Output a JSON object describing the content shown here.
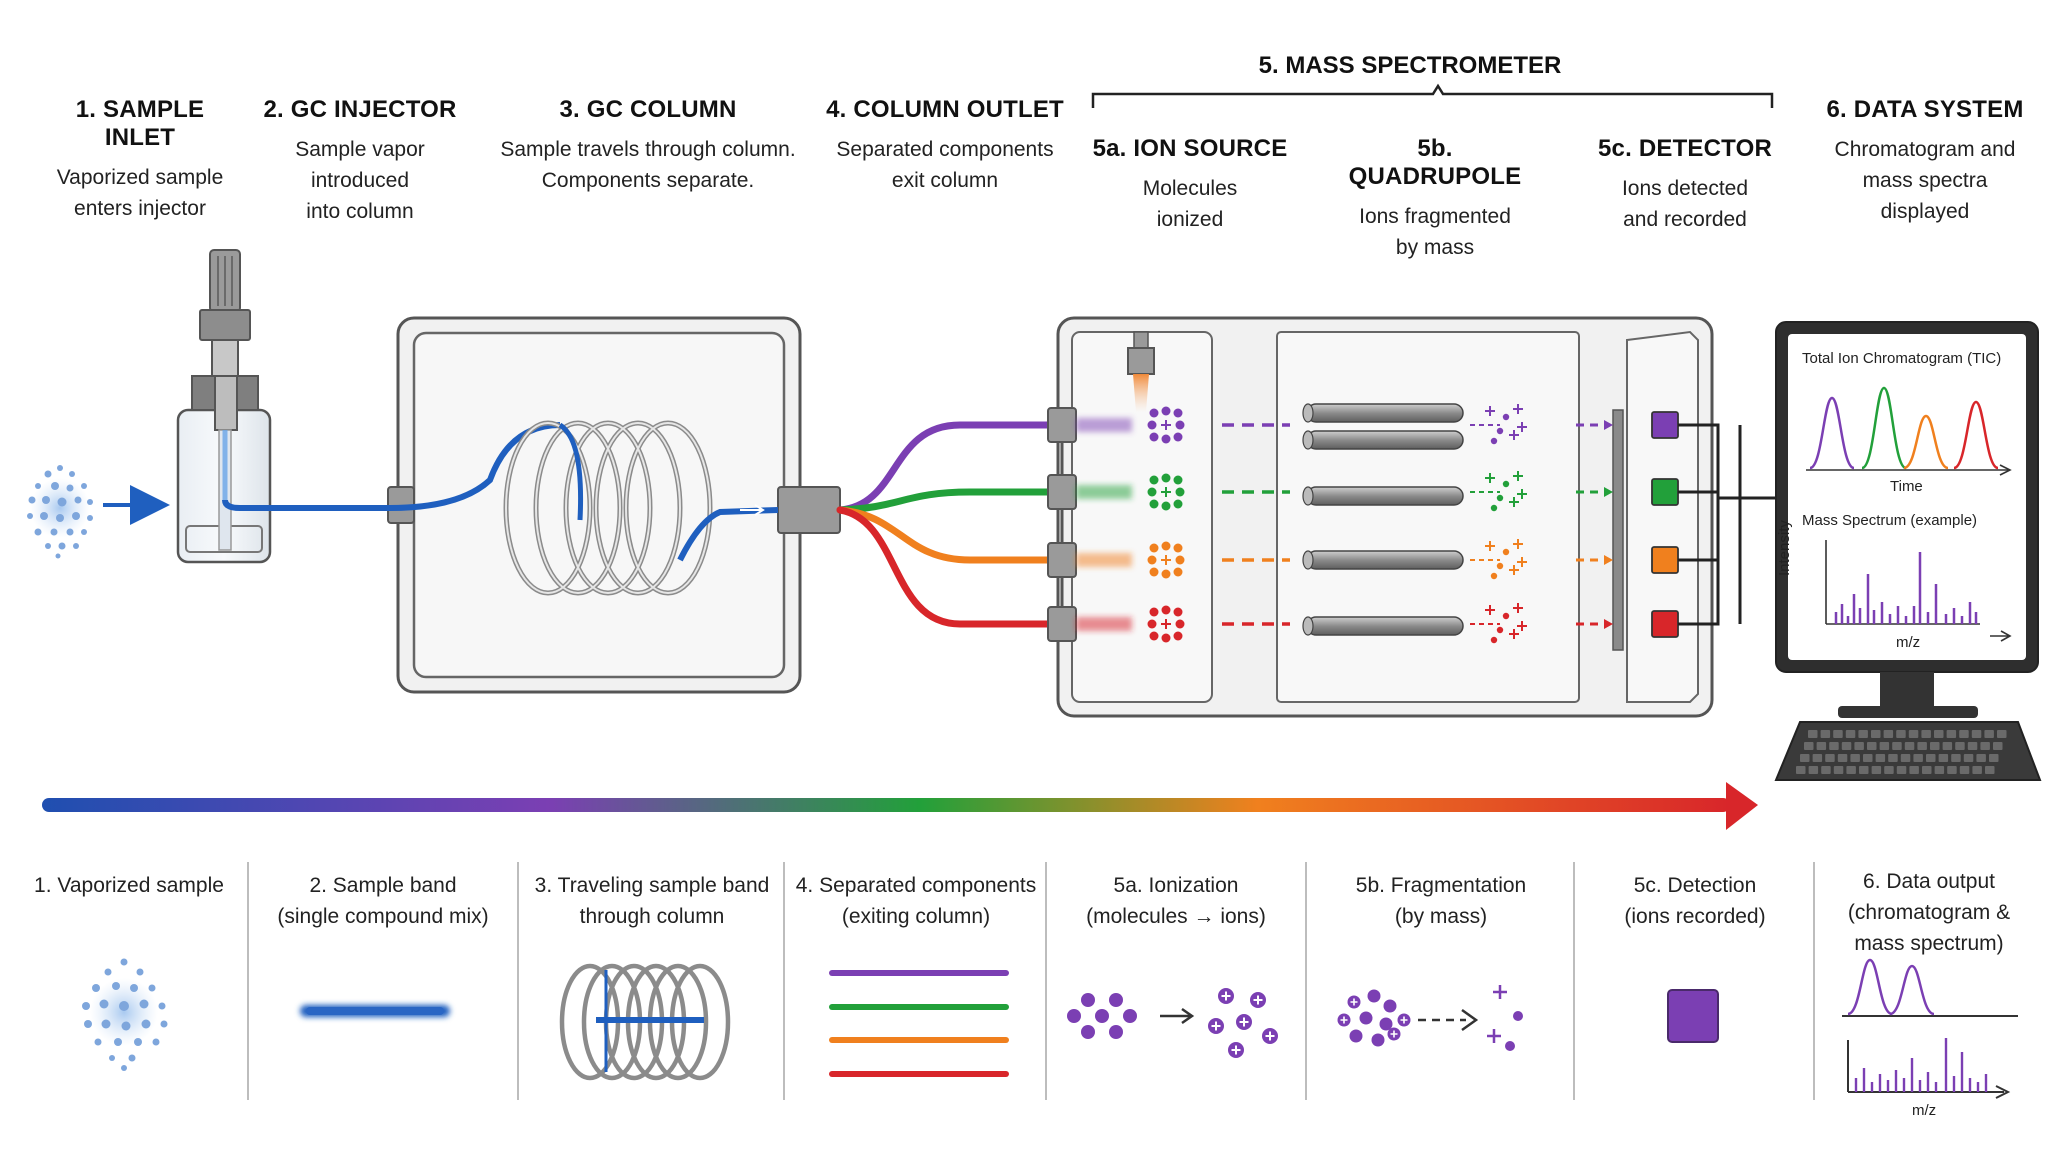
{
  "title": "5. MASS SPECTROMETER",
  "top_steps": [
    {
      "title": "1. SAMPLE INLET",
      "lines": [
        "Vaporized sample",
        "enters injector"
      ]
    },
    {
      "title": "2. GC INJECTOR",
      "lines": [
        "Sample vapor",
        "introduced",
        "into column"
      ]
    },
    {
      "title": "3. GC COLUMN",
      "lines": [
        "Sample travels through column.",
        "Components separate."
      ]
    },
    {
      "title": "4. COLUMN OUTLET",
      "lines": [
        "Separated components",
        "exit column"
      ]
    },
    {
      "title": "5a. ION SOURCE",
      "lines": [
        "Molecules",
        "ionized"
      ]
    },
    {
      "title": "5b. QUADRUPOLE",
      "lines": [
        "Ions fragmented",
        "by mass"
      ]
    },
    {
      "title": "5c. DETECTOR",
      "lines": [
        "Ions detected",
        "and recorded"
      ]
    },
    {
      "title": "6. DATA SYSTEM",
      "lines": [
        "Chromatogram and",
        "mass spectra",
        "displayed"
      ]
    }
  ],
  "screen": {
    "tic_title": "Total Ion Chromatogram (TIC)",
    "tic_axis": "Time",
    "ms_title": "Mass Spectrum (example)",
    "ms_yaxis": "Intensity",
    "ms_xaxis": "m/z"
  },
  "bottom_steps": [
    {
      "lines": [
        "1. Vaporized sample"
      ]
    },
    {
      "lines": [
        "2. Sample band",
        "(single compound mix)"
      ]
    },
    {
      "lines": [
        "3. Traveling sample band",
        "through column"
      ]
    },
    {
      "lines": [
        "4. Separated components",
        "(exiting column)"
      ]
    },
    {
      "lines": [
        "5a. Ionization",
        "(molecules → ions)"
      ]
    },
    {
      "lines": [
        "5b. Fragmentation",
        "(by mass)"
      ]
    },
    {
      "lines": [
        "5c. Detection",
        "(ions recorded)"
      ]
    },
    {
      "lines": [
        "6. Data output",
        "(chromatogram &",
        "mass spectrum)"
      ]
    }
  ],
  "bottom_axis": "m/z",
  "colors": {
    "blue": "#1f5fbf",
    "purple": "#7b3fb3",
    "green": "#22a03a",
    "orange": "#f0801e",
    "red": "#d8262a",
    "gray": "#8a8a8a"
  }
}
